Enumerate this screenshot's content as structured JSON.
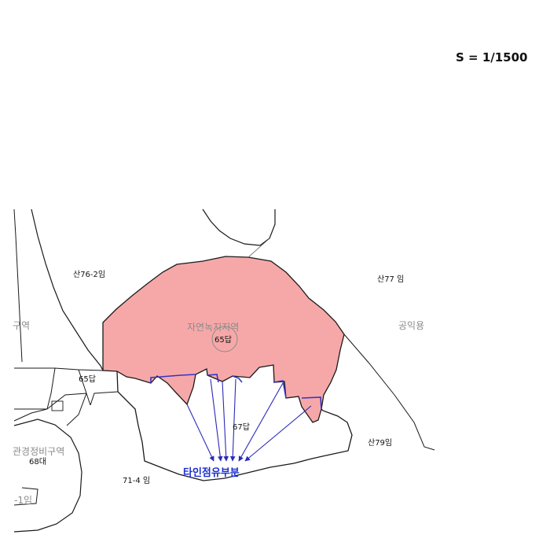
{
  "scale": {
    "text": "S = 1/1500"
  },
  "parcels": {
    "san76_2": "산76-2임",
    "san77": "산77 임",
    "san79": "산79임",
    "lot65": "65답",
    "lot65_center": "65답",
    "lot67": "67답",
    "lot71_4": "71-4 임",
    "lot68": "68대"
  },
  "zones": {
    "natural_green": "자연녹지지역",
    "public_use": "공익용",
    "left_zone": "구역",
    "left_bottom_zone": "관경정비구역",
    "left_bottom_small": "-1임"
  },
  "annotation": {
    "encroachment": "타인점유부분"
  },
  "colors": {
    "zone_fill": "#f6a8a8",
    "line": "#1a1a1a",
    "arrow": "#2a2ab8",
    "boundary": "#3434c8"
  }
}
